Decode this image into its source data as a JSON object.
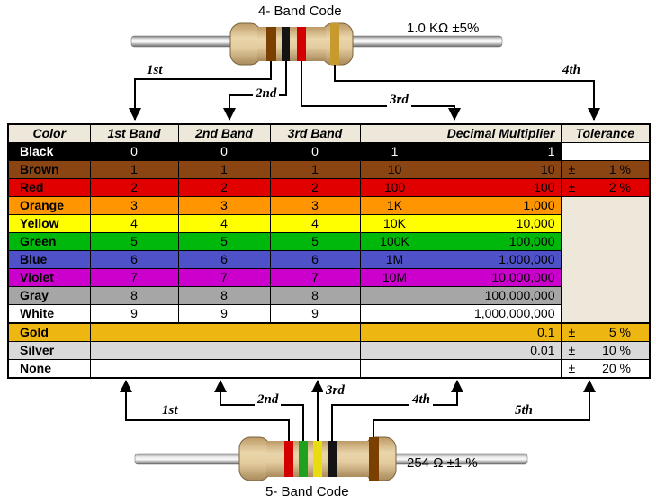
{
  "top_resistor": {
    "title": "4- Band Code",
    "value_label": "1.0 KΩ  ±5%",
    "band_colors": [
      "#7B3F00",
      "#141414",
      "#D40000",
      "#C79A2E"
    ],
    "arrow_labels": [
      "1st",
      "2nd",
      "3rd",
      "4th"
    ]
  },
  "bottom_resistor": {
    "title": "5- Band Code",
    "value_label": "254 Ω  ±1 %",
    "band_colors": [
      "#D40000",
      "#1FA11F",
      "#E8DC10",
      "#141414",
      "#7B3F00"
    ],
    "arrow_labels": [
      "1st",
      "2nd",
      "3rd",
      "4th",
      "5th"
    ]
  },
  "table": {
    "headers": [
      "Color",
      "1st Band",
      "2nd Band",
      "3rd Band",
      "Decimal Multiplier",
      "Tolerance"
    ],
    "header_bg": "#EDE8DA",
    "rows": [
      {
        "name": "Black",
        "bg": "#000000",
        "fg": "#FFFFFF",
        "b1": "0",
        "b2": "0",
        "b3": "0",
        "mult_short": "1",
        "mult_value": "1"
      },
      {
        "name": "Brown",
        "bg": "#8B4513",
        "fg": "#000000",
        "b1": "1",
        "b2": "1",
        "b3": "1",
        "mult_short": "10",
        "mult_value": "10",
        "tol_sign": "±",
        "tol_value": "1 %"
      },
      {
        "name": "Red",
        "bg": "#E00000",
        "fg": "#000000",
        "b1": "2",
        "b2": "2",
        "b3": "2",
        "mult_short": "100",
        "mult_value": "100",
        "tol_sign": "±",
        "tol_value": "2 %"
      },
      {
        "name": "Orange",
        "bg": "#FF9500",
        "fg": "#000000",
        "b1": "3",
        "b2": "3",
        "b3": "3",
        "mult_short": "1K",
        "mult_value": "1,000"
      },
      {
        "name": "Yellow",
        "bg": "#FFFF00",
        "fg": "#000000",
        "b1": "4",
        "b2": "4",
        "b3": "4",
        "mult_short": "10K",
        "mult_value": "10,000"
      },
      {
        "name": "Green",
        "bg": "#00B80B",
        "fg": "#000000",
        "b1": "5",
        "b2": "5",
        "b3": "5",
        "mult_short": "100K",
        "mult_value": "100,000"
      },
      {
        "name": "Blue",
        "bg": "#4F51C8",
        "fg": "#000000",
        "b1": "6",
        "b2": "6",
        "b3": "6",
        "mult_short": "1M",
        "mult_value": "1,000,000"
      },
      {
        "name": "Violet",
        "bg": "#CC00CC",
        "fg": "#000000",
        "b1": "7",
        "b2": "7",
        "b3": "7",
        "mult_short": "10M",
        "mult_value": "10,000,000"
      },
      {
        "name": "Gray",
        "bg": "#A6A6A6",
        "fg": "#000000",
        "b1": "8",
        "b2": "8",
        "b3": "8",
        "mult_short": "",
        "mult_value": "100,000,000"
      },
      {
        "name": "White",
        "bg": "#FFFFFF",
        "fg": "#000000",
        "b1": "9",
        "b2": "9",
        "b3": "9",
        "mult_short": "",
        "mult_value": "1,000,000,000"
      },
      {
        "name": "Gold",
        "bg": "#EDB611",
        "fg": "#000000",
        "mult_short": "",
        "mult_value": "0.1",
        "tol_sign": "±",
        "tol_value": "5 %"
      },
      {
        "name": "Silver",
        "bg": "#D9D9D9",
        "fg": "#000000",
        "mult_short": "",
        "mult_value": "0.01",
        "tol_sign": "±",
        "tol_value": "10 %"
      },
      {
        "name": "None",
        "bg": "#FFFFFF",
        "fg": "#000000",
        "mult_short": "",
        "mult_value": "",
        "tol_sign": "±",
        "tol_value": "20 %"
      }
    ]
  }
}
